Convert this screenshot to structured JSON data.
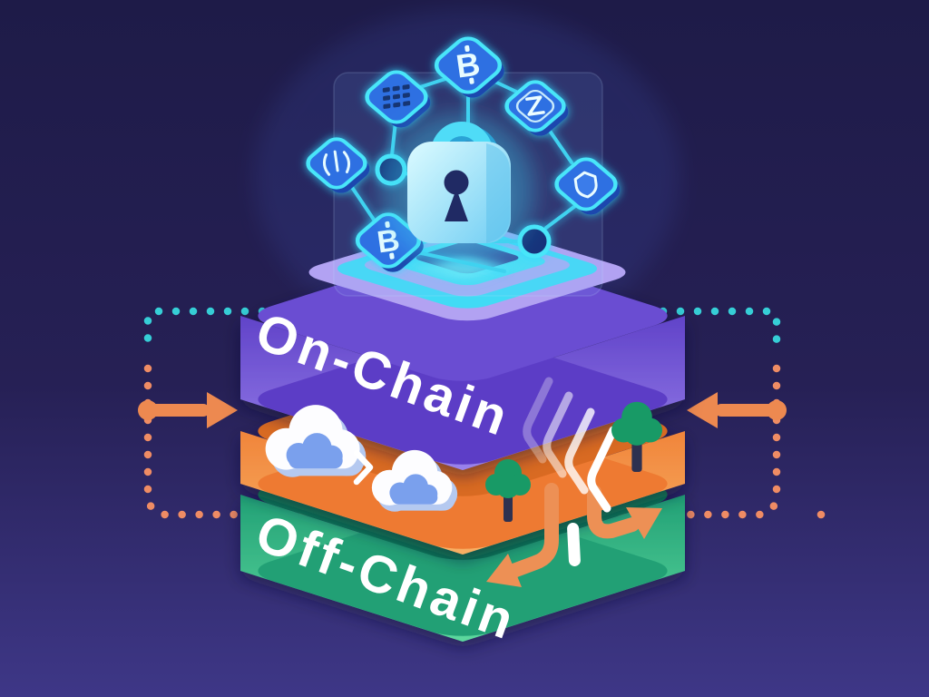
{
  "labels": {
    "on_chain": "On-Chain",
    "off_chain": "Off-Chain"
  },
  "palette": {
    "background_top": "#1e1b48",
    "background_bottom": "#3e3787",
    "on_chain_purple": "#6b4ed2",
    "middle_orange": "#ee7a30",
    "off_chain_green": "#21a075",
    "neon_cyan": "#48e6f9",
    "node_blue": "#2e6fe2",
    "flow_arrow_orange": "#ed8950",
    "dotted_teal": "#36ced6",
    "dotted_salmon": "#ef8c64",
    "cloud_inner_blue": "#7aa0ed",
    "tree_green": "#189a66",
    "label_white": "#ffffff"
  },
  "icons": [
    {
      "name": "padlock-icon",
      "glyph": "lock"
    },
    {
      "name": "bitcoin-node-icon",
      "glyph": "B"
    },
    {
      "name": "ledger-grid-node-icon",
      "glyph": "grid-of-cells"
    },
    {
      "name": "contract-node-icon",
      "glyph": "Z"
    },
    {
      "name": "database-node-icon",
      "glyph": "(|)"
    },
    {
      "name": "shield-node-icon",
      "glyph": "shield"
    },
    {
      "name": "cloud-icon",
      "glyph": "cloud"
    },
    {
      "name": "tree-icon",
      "glyph": "tree"
    },
    {
      "name": "chevron-right-icon",
      "glyph": ">"
    },
    {
      "name": "inflow-arrow-icon",
      "glyph": "arrow"
    },
    {
      "name": "outflow-arrow-icon",
      "glyph": "arrow"
    }
  ]
}
